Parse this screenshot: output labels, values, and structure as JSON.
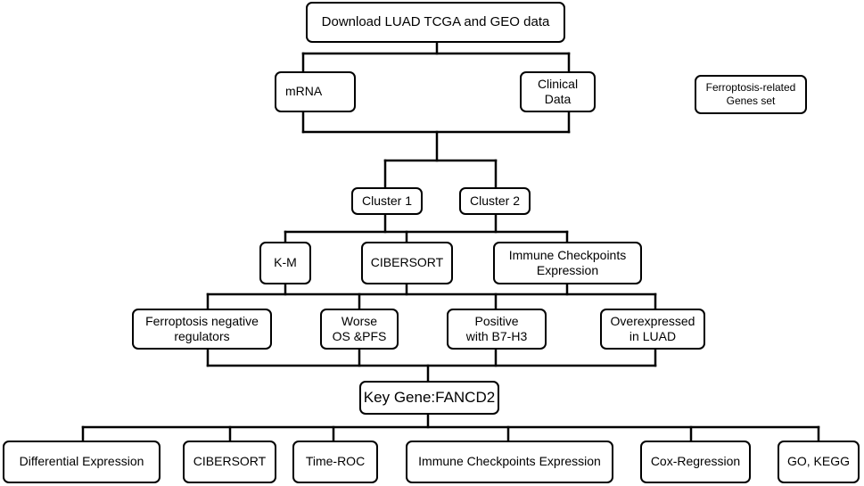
{
  "nodes": {
    "download": "Download LUAD TCGA and GEO data",
    "mrna": "mRNA",
    "clinical": "Clinical\nData",
    "ferroptosis_genes": "Ferroptosis-related\nGenes set",
    "cluster1": "Cluster 1",
    "cluster2": "Cluster 2",
    "km": "K-M",
    "cibersort1": "CIBERSORT",
    "immune_cp1": "Immune Checkpoints\nExpression",
    "ferro_neg": "Ferroptosis negative\nregulators",
    "worse_os": "Worse\nOS &PFS",
    "positive_b7": "Positive\nwith B7-H3",
    "overexpressed": "Overexpressed\nin LUAD",
    "key_gene": "Key Gene:FANCD2",
    "diff_expr": "Differential Expression",
    "cibersort2": "CIBERSORT",
    "time_roc": "Time-ROC",
    "immune_cp2": "Immune Checkpoints Expression",
    "cox": "Cox-Regression",
    "go_kegg": "GO, KEGG"
  }
}
